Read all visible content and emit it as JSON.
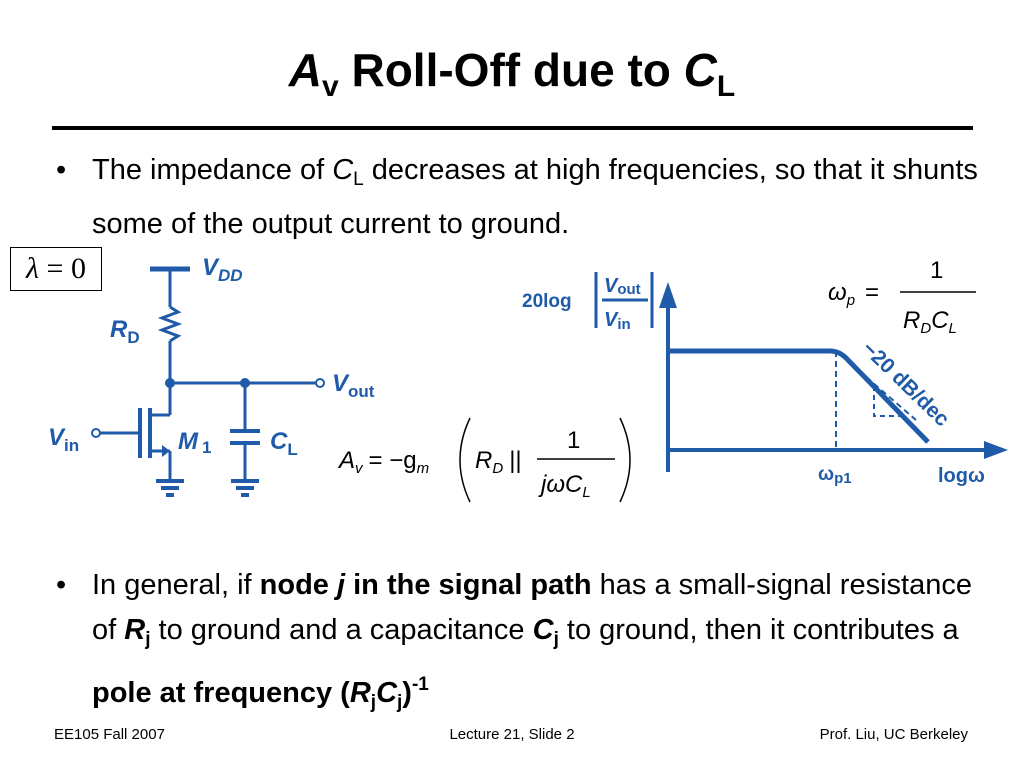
{
  "slide": {
    "title": {
      "a": "A",
      "v": "v",
      "rest": " Roll-Off due to ",
      "c": "C",
      "l": "L"
    },
    "bullet1": {
      "p1": "The impedance of ",
      "c": "C",
      "sub": "L",
      "p2": " decreases at high frequencies, so that it shunts some of the output current to ground."
    },
    "lambda_box": {
      "sym": "λ",
      "rest": " = 0"
    },
    "bullet2": {
      "p1": "In general, if ",
      "bold1": "node ",
      "j": "j",
      "bold2": " in the signal path",
      "p2": " has a small-signal resistance of ",
      "r": "R",
      "rsub": "j",
      "p3": " to ground and a capacitance ",
      "cc": "C",
      "csub": "j",
      "p4": " to ground, then it contributes a ",
      "bold3": "pole at frequency (",
      "r2": "R",
      "r2sub": "j",
      "c2": "C",
      "c2sub": "j",
      "close": ")",
      "sup": "-1"
    },
    "footer": {
      "left": "EE105 Fall 2007",
      "center": "Lecture 21, Slide 2",
      "right": "Prof. Liu, UC Berkeley"
    }
  },
  "circuit": {
    "vdd": "V",
    "vdd_sub": "DD",
    "rd": "R",
    "rd_sub": "D",
    "vout": "V",
    "vout_sub": "out",
    "vin": "V",
    "vin_sub": "in",
    "m": "M",
    "m_sub": "1",
    "cl": "C",
    "cl_sub": "L"
  },
  "gain_eq": {
    "a": "A",
    "a_sub": "v",
    "eq": "= −g",
    "g_sub": "m",
    "r": "R",
    "r_sub": "D",
    "par": "||",
    "num": "1",
    "den_j": "j",
    "den_w": "ω",
    "den_c": "C",
    "den_sub": "L"
  },
  "bode": {
    "ylabel_prefix": "20log",
    "ylabel_num": "V",
    "ylabel_num_sub": "out",
    "ylabel_den": "V",
    "ylabel_den_sub": "in",
    "slope_label": "−20 dB/dec",
    "pole_label": "ω",
    "pole_sub": "p1",
    "xlabel": "logω",
    "wp_eq": {
      "w": "ω",
      "w_sub": "p",
      "eq": "=",
      "num": "1",
      "r": "R",
      "r_sub": "D",
      "c": "C",
      "c_sub": "L"
    }
  },
  "colors": {
    "diagram_blue": "#1f5ba8",
    "text": "#000000"
  }
}
